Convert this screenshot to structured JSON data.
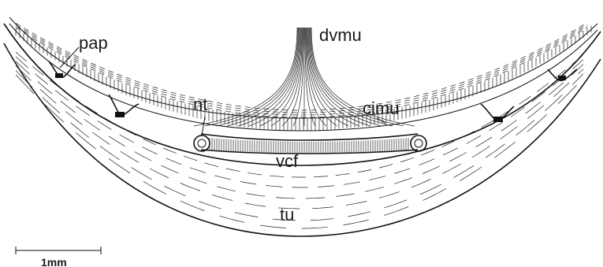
{
  "labels": {
    "dvmu": "dvmu",
    "pap": "pap",
    "nt": "nt",
    "cimu": "cimu",
    "vcf": "vcf",
    "tu": "tu"
  },
  "scale_bar": {
    "label": "1mm"
  }
}
